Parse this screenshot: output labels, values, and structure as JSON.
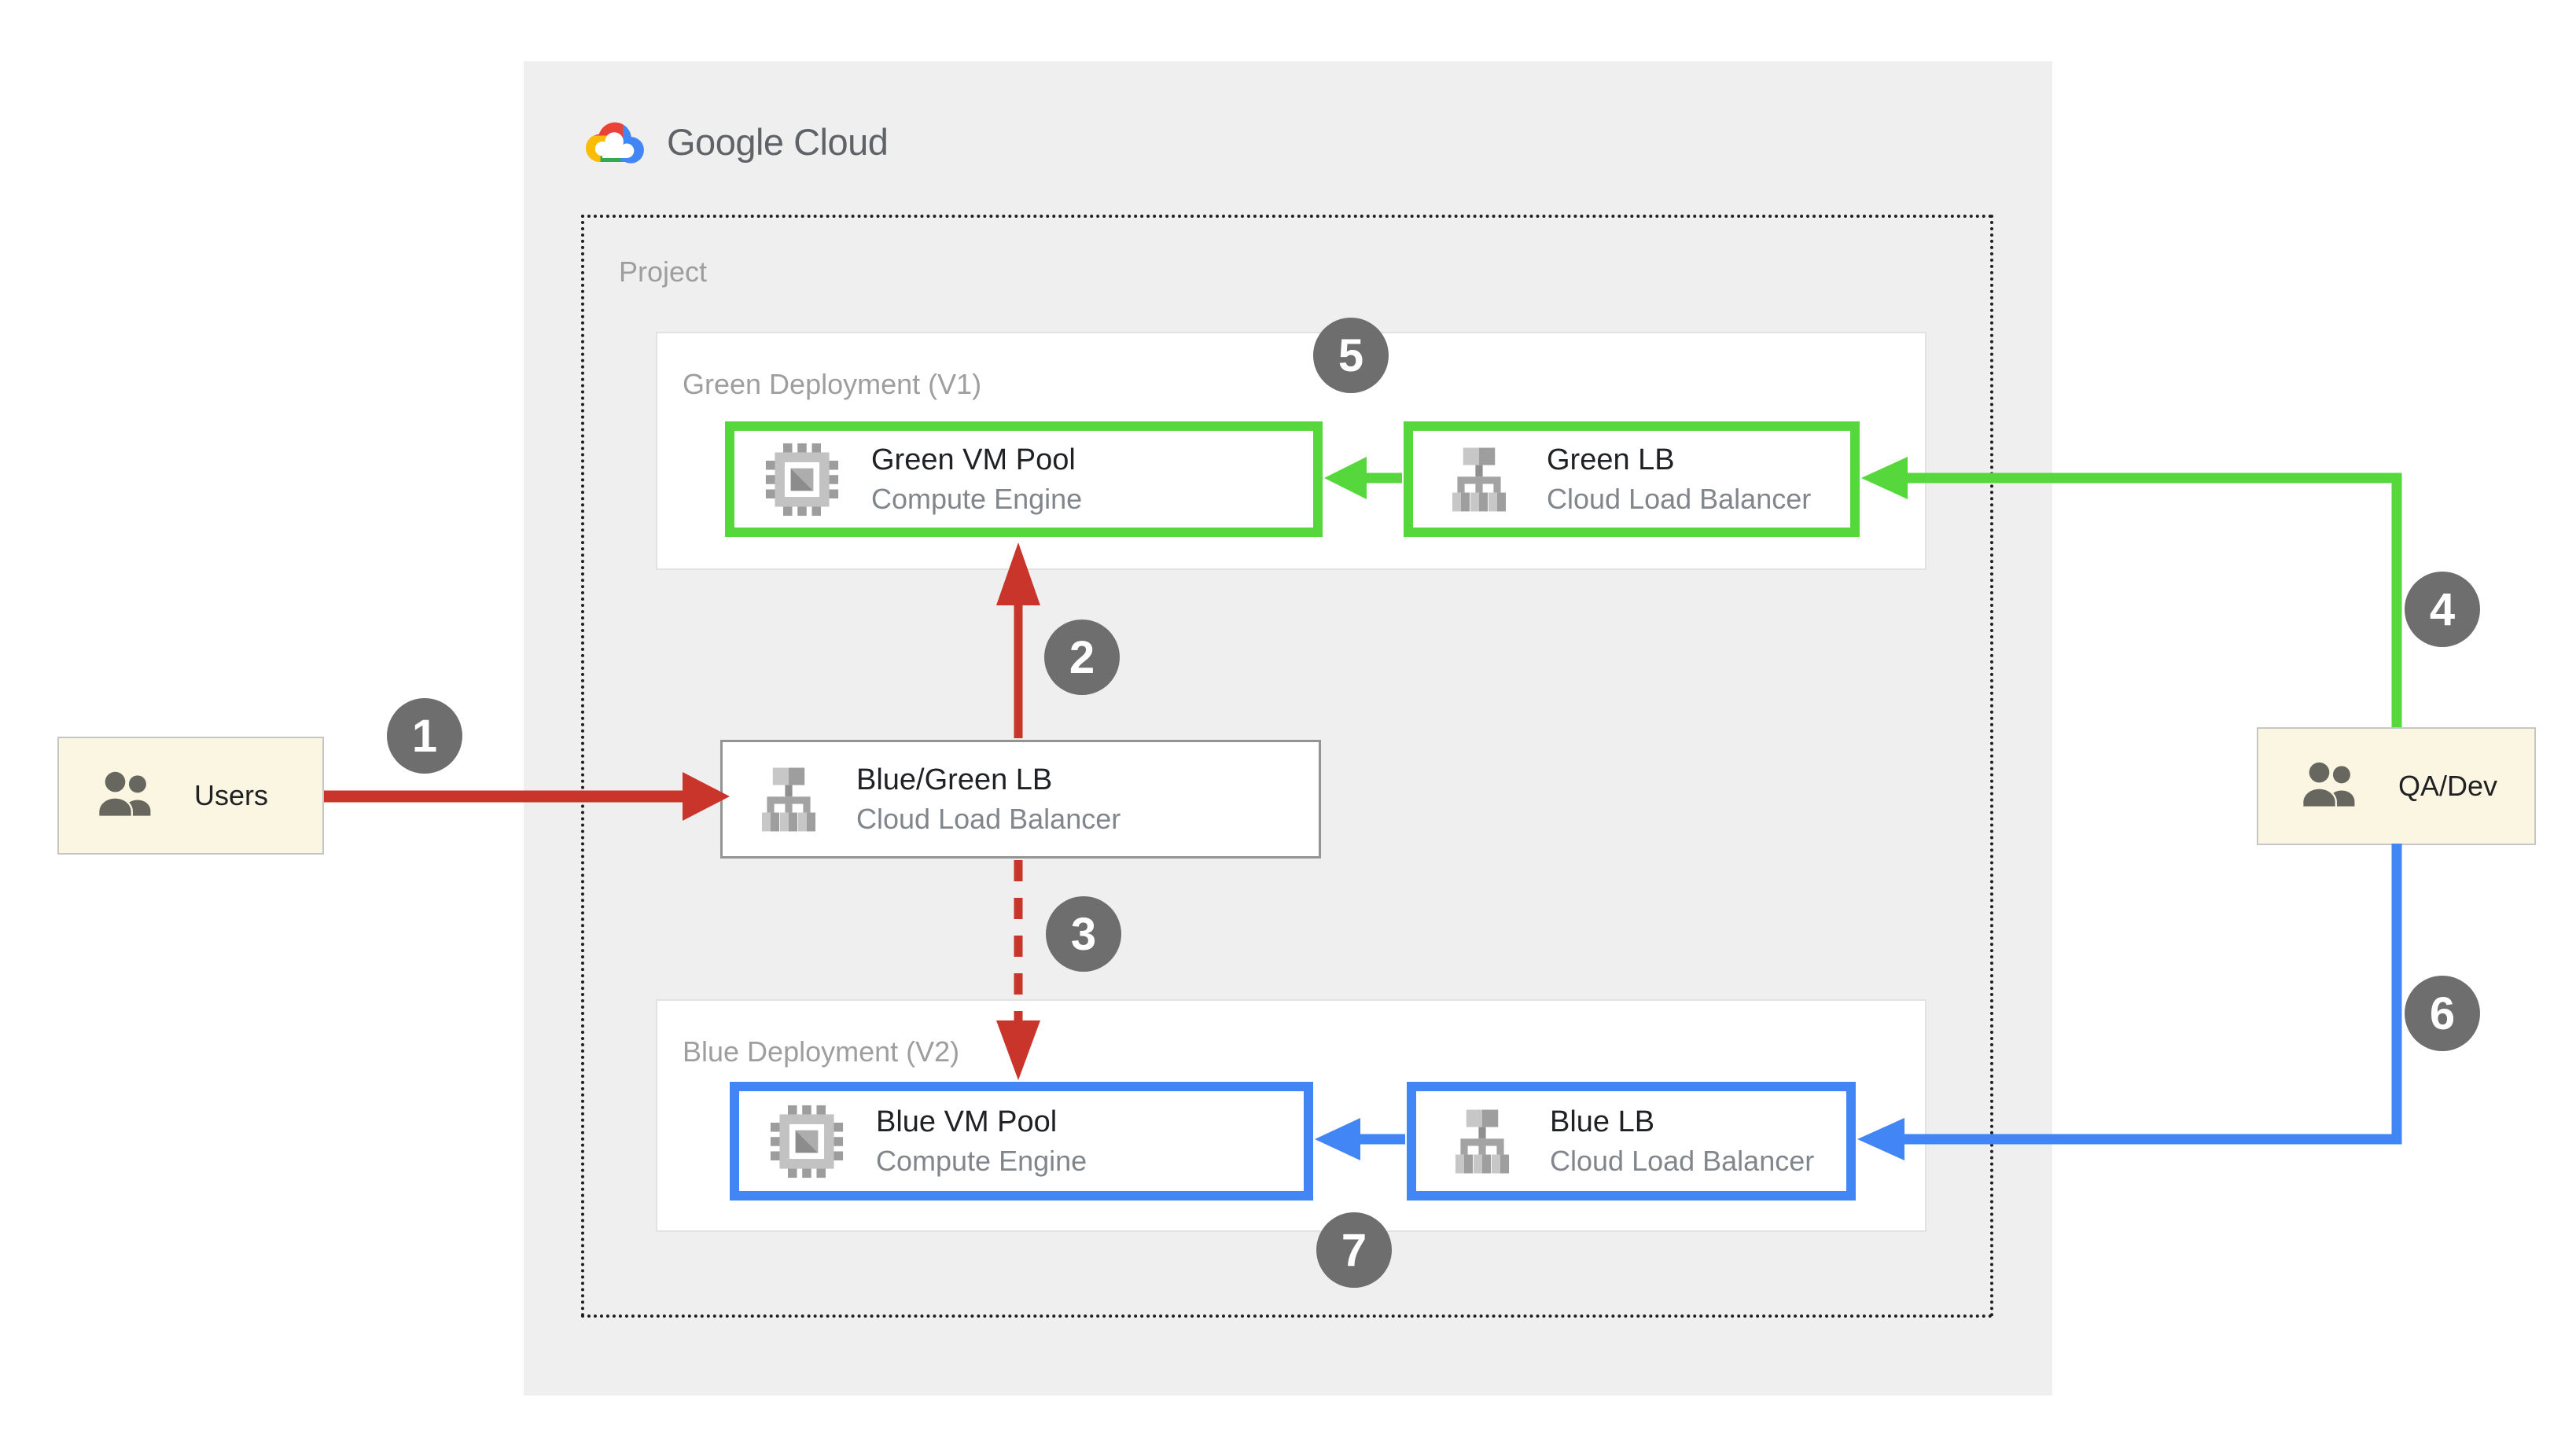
{
  "logo": {
    "text": "Google Cloud"
  },
  "project": {
    "label": "Project"
  },
  "deployments": {
    "green": {
      "label": "Green Deployment (V1)",
      "vm_pool": {
        "title": "Green VM Pool",
        "subtitle": "Compute Engine",
        "icon": "compute-engine-icon"
      },
      "lb": {
        "title": "Green LB",
        "subtitle": "Cloud Load Balancer",
        "icon": "load-balancer-icon"
      }
    },
    "blue": {
      "label": "Blue Deployment (V2)",
      "vm_pool": {
        "title": "Blue VM Pool",
        "subtitle": "Compute Engine",
        "icon": "compute-engine-icon"
      },
      "lb": {
        "title": "Blue LB",
        "subtitle": "Cloud Load Balancer",
        "icon": "load-balancer-icon"
      }
    }
  },
  "router": {
    "title": "Blue/Green LB",
    "subtitle": "Cloud Load Balancer",
    "icon": "load-balancer-icon"
  },
  "actors": {
    "users": {
      "label": "Users",
      "icon": "users-icon"
    },
    "qa_dev": {
      "label": "QA/Dev",
      "icon": "users-icon"
    }
  },
  "steps": [
    "1",
    "2",
    "3",
    "4",
    "5",
    "6",
    "7"
  ],
  "colors": {
    "red": "#C9352B",
    "green": "#56D73C",
    "blue": "#4285F4",
    "badge": "#6E6E6E",
    "panel": "#EFEFEF",
    "cream": "#FBF6E2",
    "title": "#202124",
    "subtitle": "#80868B",
    "label": "#9E9E9E",
    "logo_text": "#5F6368"
  }
}
